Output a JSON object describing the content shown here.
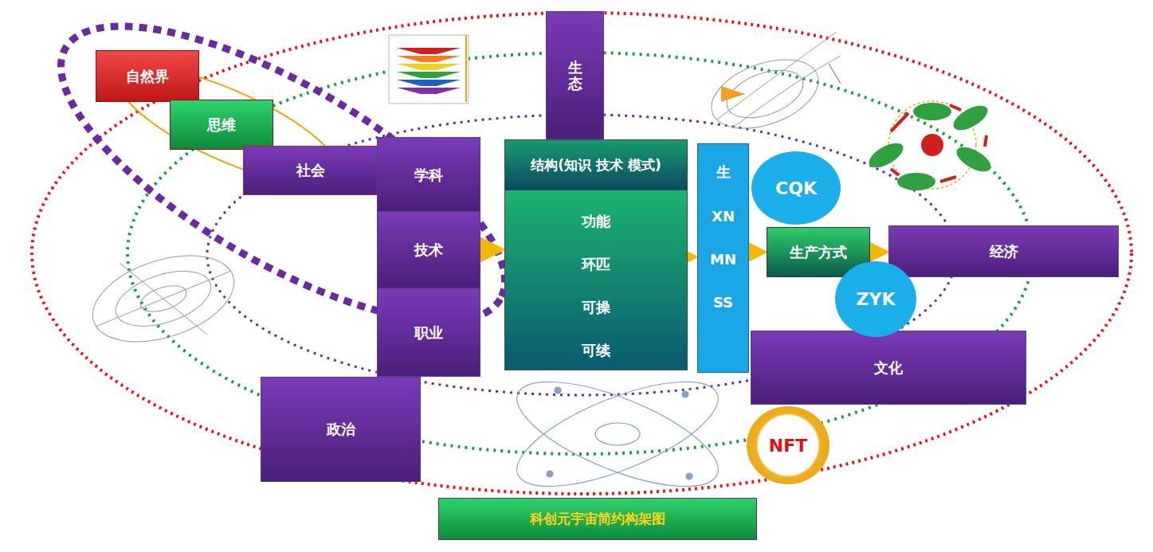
{
  "diagram": {
    "title": "科创元宇宙简约构架图",
    "nodes": [
      {
        "text": [
          "自然界"
        ]
      },
      {
        "text": [
          "思维"
        ]
      },
      {
        "text": [
          "社会"
        ]
      },
      {
        "text": [
          "学科"
        ]
      },
      {
        "text": [
          "生态"
        ]
      },
      {
        "text": [
          "结构(知识 技术 模式)",
          "功能",
          "环匹",
          "可操",
          "可续"
        ]
      },
      {
        "text": [
          "生",
          "XN",
          "MN",
          "SS"
        ]
      },
      {
        "text": [
          "技术"
        ]
      },
      {
        "text": [
          "职业"
        ]
      },
      {
        "text": [
          "CQK"
        ]
      },
      {
        "text": [
          "生产方式"
        ]
      },
      {
        "text": [
          "经济"
        ]
      },
      {
        "text": [
          "ZYK"
        ]
      },
      {
        "text": [
          "文化"
        ]
      },
      {
        "text": [
          "政治"
        ]
      },
      {
        "text": [
          "NFT"
        ]
      }
    ],
    "edges": [
      {
        "from": 7,
        "to": 5,
        "arrow": "to"
      },
      {
        "from": 5,
        "to": 6,
        "arrow": "to"
      },
      {
        "from": 6,
        "to": 10,
        "arrow": "to"
      },
      {
        "from": 10,
        "to": 11,
        "arrow": "to"
      }
    ]
  }
}
